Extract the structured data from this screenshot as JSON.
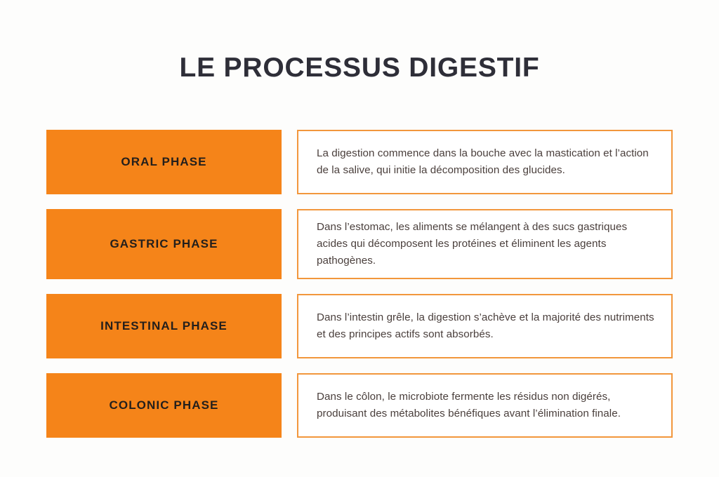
{
  "page": {
    "title": "LE PROCESSUS DIGESTIF",
    "background_color": "#fdfdfc",
    "accent_color": "#f58419",
    "border_color": "#f2973c",
    "title_color": "#2e2e38",
    "body_text_color": "#4a3f3c"
  },
  "rows": [
    {
      "phase": "ORAL PHASE",
      "description": "La digestion commence dans la bouche avec la mastication et l’action de la salive, qui initie la décomposition des glucides."
    },
    {
      "phase": "GASTRIC PHASE",
      "description": "Dans l’estomac, les aliments se mélangent à des sucs gastriques acides qui décomposent les protéines et éliminent les agents pathogènes."
    },
    {
      "phase": "INTESTINAL PHASE",
      "description": "Dans l’intestin grêle, la digestion s’achève et la majorité des nutriments et des principes actifs sont absorbés."
    },
    {
      "phase": "COLONIC PHASE",
      "description": "Dans le côlon, le microbiote fermente les résidus non digérés, produisant des métabolites bénéfiques avant l’élimination finale."
    }
  ]
}
